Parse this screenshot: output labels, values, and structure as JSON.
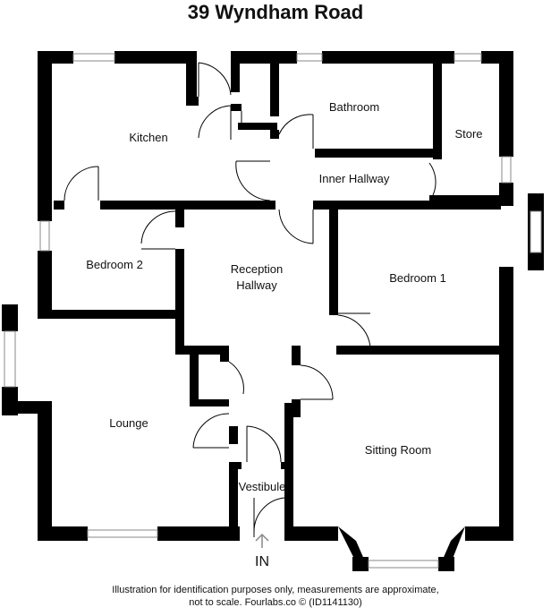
{
  "title": "39 Wyndham Road",
  "rooms": {
    "kitchen": "Kitchen",
    "bathroom": "Bathroom",
    "store": "Store",
    "inner_hallway": "Inner Hallway",
    "bedroom2": "Bedroom 2",
    "reception_hallway_line1": "Reception",
    "reception_hallway_line2": "Hallway",
    "bedroom1": "Bedroom 1",
    "lounge": "Lounge",
    "sitting_room": "Sitting Room",
    "vestibule": "Vestibule"
  },
  "entrance": "IN",
  "footer": {
    "line1": "Illustration for identification purposes only, measurements are approximate,",
    "line2": "not to scale. Fourlabs.co © (ID1141130)"
  }
}
